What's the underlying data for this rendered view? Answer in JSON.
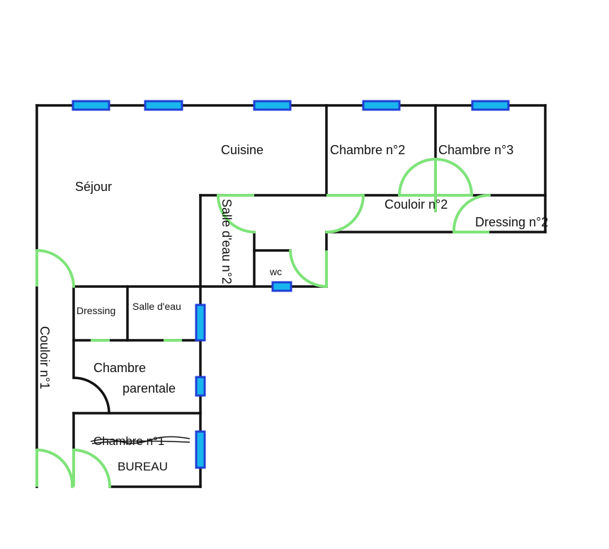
{
  "plan": {
    "rooms": {
      "sejour": "Séjour",
      "cuisine": "Cuisine",
      "chambre_2": "Chambre n°2",
      "chambre_3": "Chambre n°3",
      "couloir_2": "Couloir n°2",
      "dressing_2": "Dressing n°2",
      "salle_eau_2": "Salle d'eau n°2",
      "wc": "wc",
      "dressing": "Dressing",
      "salle_eau": "Salle d'eau",
      "chambre_parentale_line1": "Chambre",
      "chambre_parentale_line2": "parentale",
      "chambre_1_crossed": "Chambre n°1",
      "bureau": "BUREAU",
      "couloir_1": "Couloir n°1"
    },
    "colors": {
      "wall": "#111111",
      "window_fill": "#19b6ee",
      "window_border": "#1f3fd6",
      "door": "#7fe37a"
    }
  }
}
